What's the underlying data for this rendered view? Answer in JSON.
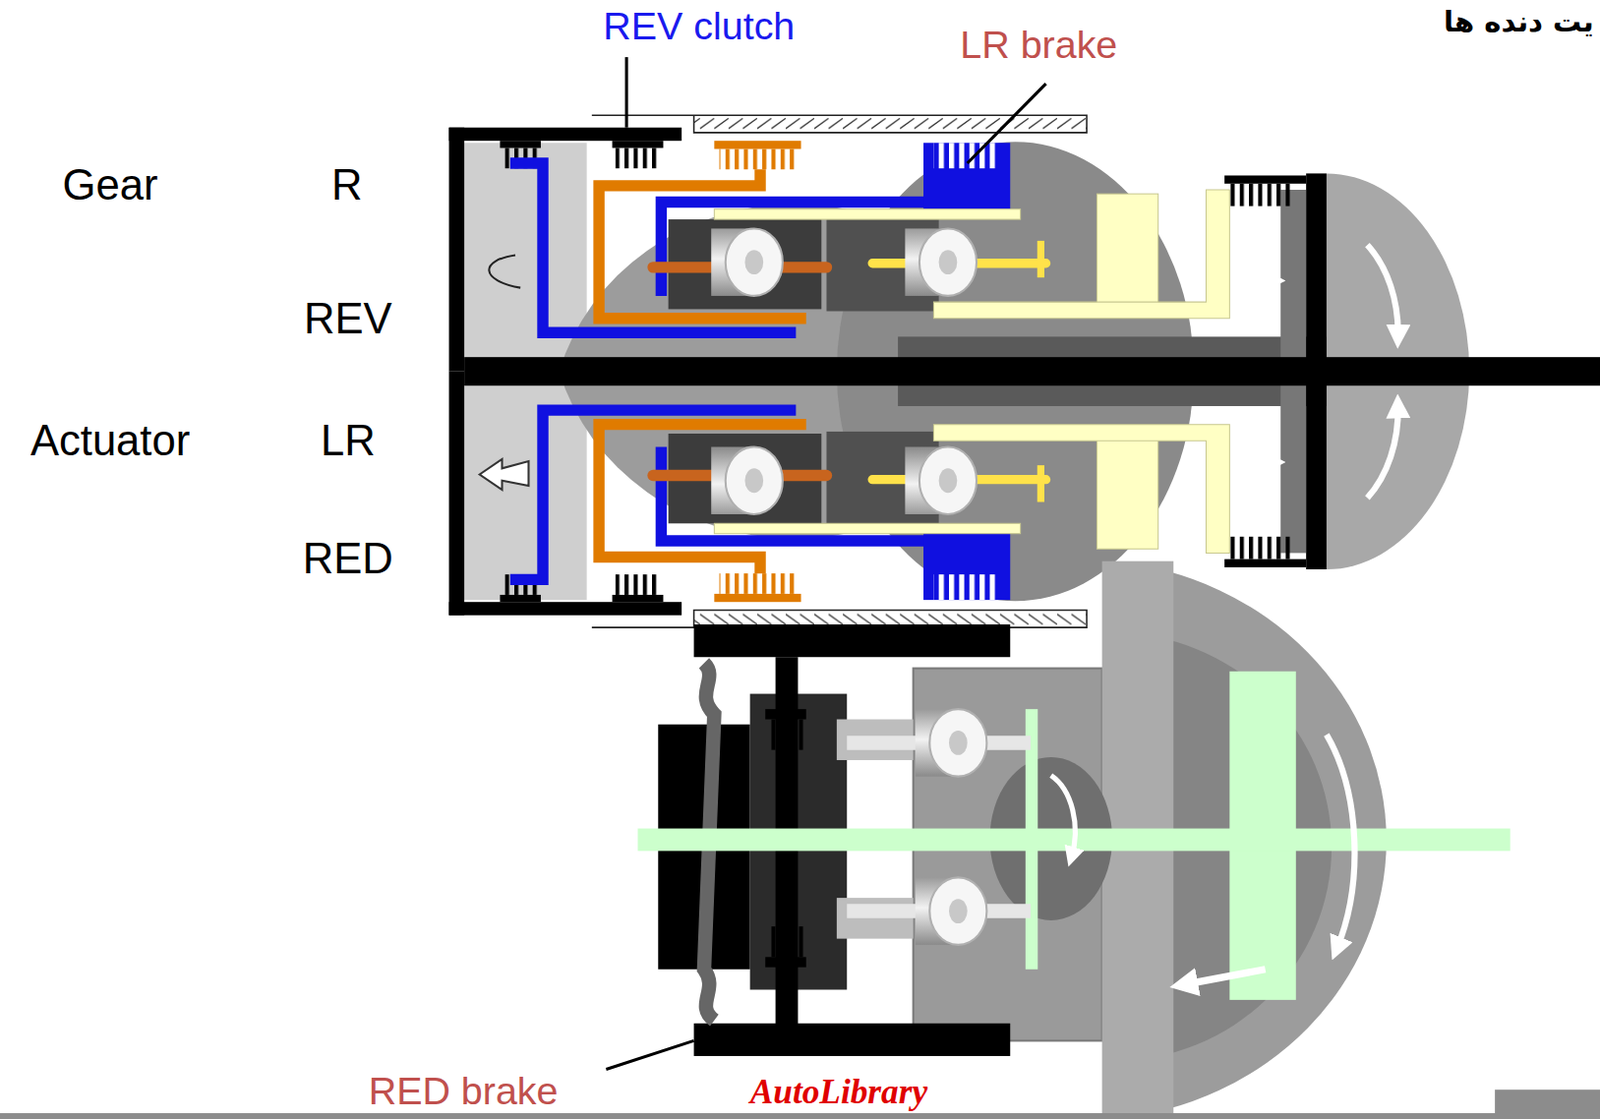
{
  "diagram": {
    "labels": [
      "یت دنده ها",
      "REV clutch",
      "LR brake",
      "Gear",
      "R",
      "REV",
      "Actuator",
      "LR",
      "RED",
      "RED brake",
      "AutoLibrary"
    ]
  }
}
